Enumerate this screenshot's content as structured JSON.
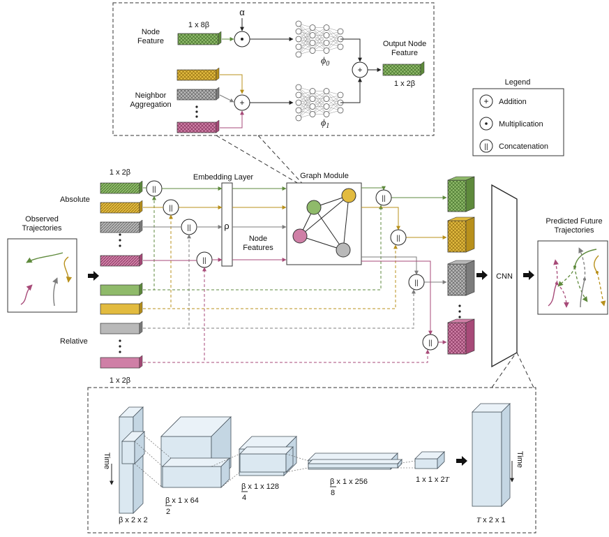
{
  "colors": {
    "green": "#8fba6a",
    "green_dark": "#5e8a3c",
    "yellow": "#e2bb3f",
    "yellow_dark": "#b8901b",
    "gray": "#b9b9b9",
    "gray_dark": "#7c7c7c",
    "pink": "#cf7fa6",
    "pink_dark": "#a74a78",
    "blue_face": "#dbe8f1",
    "blue_edge": "#44505a"
  },
  "top": {
    "node_feature": "Node\nFeature",
    "dim_top": "1 x 8β",
    "alpha": "α",
    "neighbor": "Neighbor\nAggregation",
    "phi0": "ϕ",
    "phi0_sub": "0",
    "phi1": "ϕ",
    "phi1_sub": "1",
    "output": "Output Node\nFeature",
    "dim_out": "1 x 2β"
  },
  "legend": {
    "title": "Legend",
    "items": [
      {
        "symbol": "+",
        "label": "Addition"
      },
      {
        "symbol": "•",
        "label": "Multiplication"
      },
      {
        "symbol": "||",
        "label": "Concatenation"
      }
    ]
  },
  "middle": {
    "dim_top": "1 x 2β",
    "absolute": "Absolute",
    "relative": "Relative",
    "dim_bottom": "1 x 2β",
    "observed": "Observed\nTrajectories",
    "embedding": "Embedding Layer",
    "rho": "ρ",
    "node_features": "Node\nFeatures",
    "graph_module": "Graph Module",
    "cnn": "CNN",
    "predicted": "Predicted Future\nTrajectories",
    "concat": "||",
    "plus": "+",
    "dot": "•"
  },
  "bottom": {
    "time1": "Time",
    "time2": "Time",
    "labels": [
      {
        "num": "β x 2 x 2",
        "den": ""
      },
      {
        "num": "β x 1 x 64",
        "den": "2"
      },
      {
        "num": "β x 1 x 128",
        "den": "4"
      },
      {
        "num": "β x 1 x 256",
        "den": "8"
      }
    ],
    "last_small": "1 x 1 x 2",
    "last_small_T": "T",
    "final_T": "T",
    "final": " x 2 x 1"
  }
}
